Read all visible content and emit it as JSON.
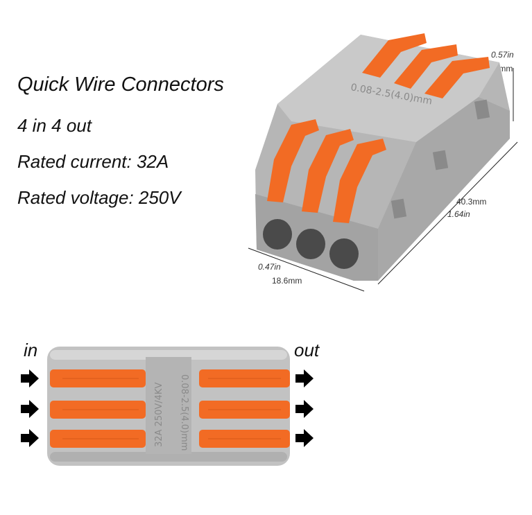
{
  "title": "Quick Wire Connectors",
  "specs": {
    "io": "4 in 4 out",
    "current": "Rated current: 32A",
    "voltage": "Rated voltage: 250V"
  },
  "dimensions": {
    "height_in": "0.57in",
    "height_mm": "14.5mm",
    "length_mm": "40.3mm",
    "length_in": "1.64in",
    "width_in": "0.47in",
    "width_mm": "18.6mm"
  },
  "embossed": {
    "range": "0.08-2.5(4.0)mm",
    "rating_left": "32A  250V/4KV",
    "range_right": "0.08-2.5(4.0)mm"
  },
  "flow": {
    "in_label": "in",
    "out_label": "out"
  },
  "colors": {
    "housing": "#b9b9b9",
    "lever": "#f26b24",
    "arrow": "#000000"
  },
  "icons": [
    "arrow-right-icon"
  ]
}
